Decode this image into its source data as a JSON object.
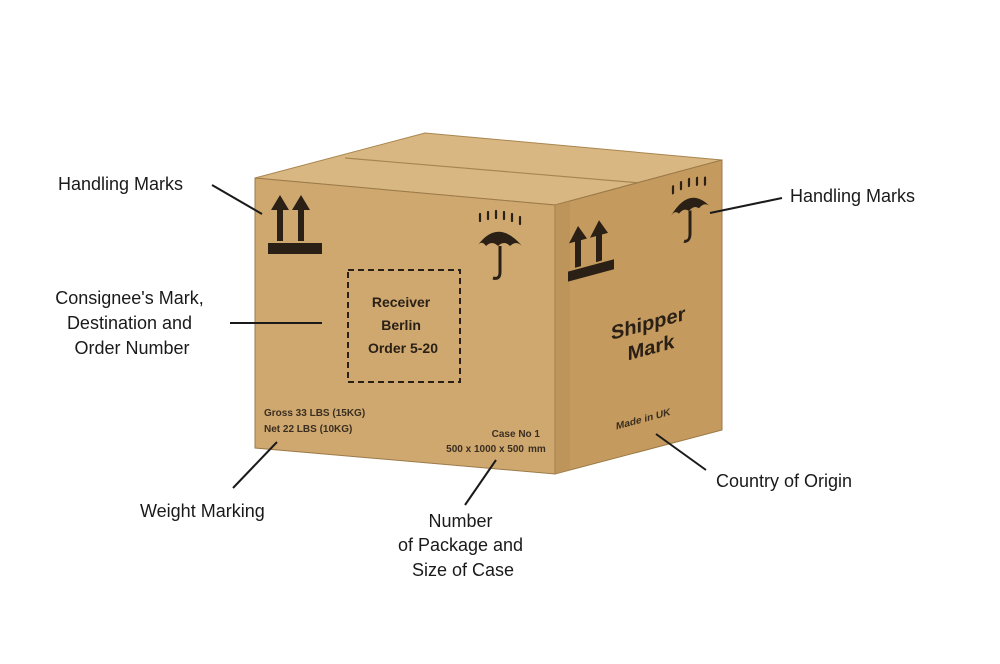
{
  "colors": {
    "background": "#ffffff",
    "box_front": "#cfa870",
    "box_side": "#c49a5e",
    "box_top": "#d9b782",
    "box_edge": "#9c7a48",
    "ink": "#222222"
  },
  "labels": {
    "handling_left": "Handling Marks",
    "handling_right": "Handling Marks",
    "consignee": [
      "Consignee's Mark,",
      "Destination and",
      "Order Number"
    ],
    "weight": "Weight Marking",
    "package": [
      "Number",
      "of Package and",
      "Size of Case"
    ],
    "origin": "Country of Origin"
  },
  "box": {
    "receiver": [
      "Receiver",
      "Berlin",
      "Order 5-20"
    ],
    "weight_lines": [
      "Gross 33 LBS (15KG)",
      "Net   22 LBS (10KG)"
    ],
    "case_no": "Case No 1",
    "case_size": "500 x 1000 x 500",
    "case_unit": "mm",
    "shipper": [
      "Shipper",
      "Mark"
    ],
    "made_in": "Made in UK"
  },
  "icons": [
    "this-way-up-icon",
    "keep-dry-umbrella-icon"
  ]
}
